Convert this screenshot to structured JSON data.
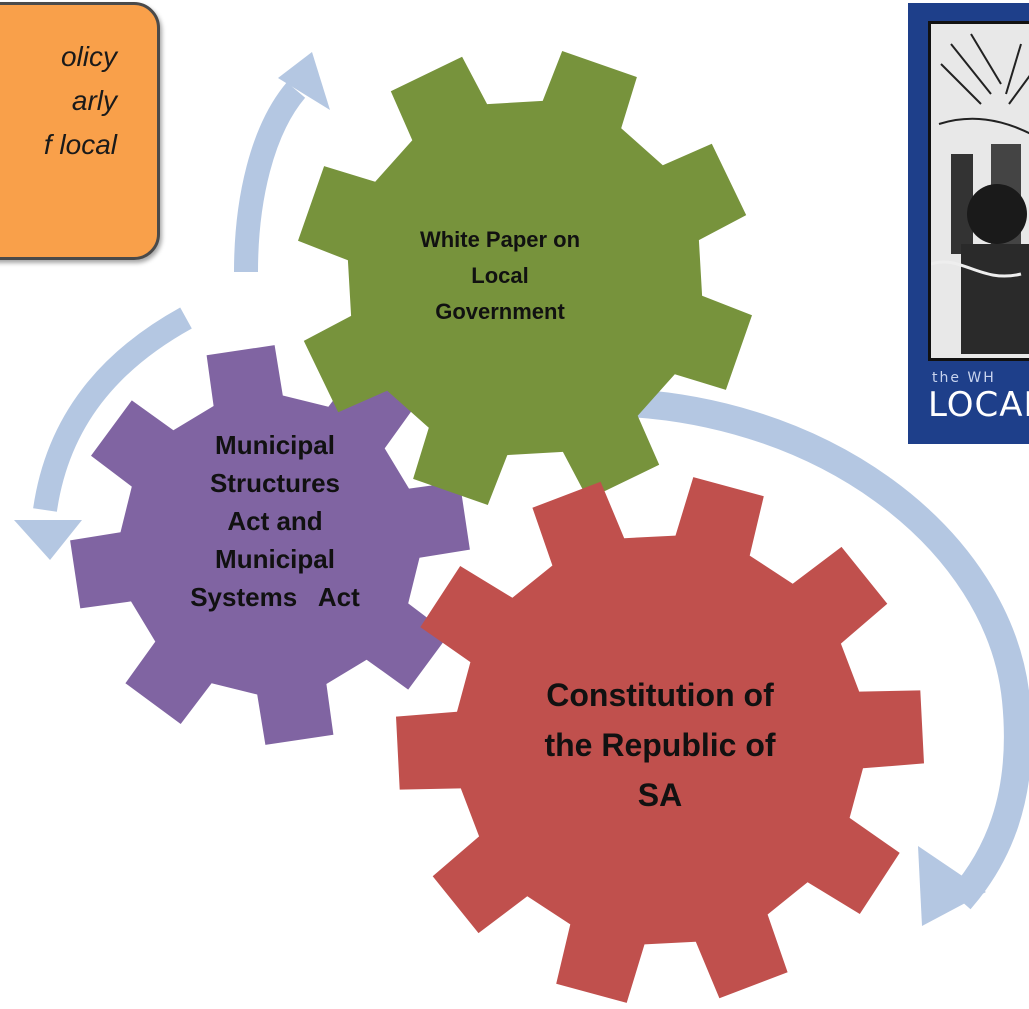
{
  "callout": {
    "lines": [
      "olicy",
      "arly",
      "f local"
    ]
  },
  "cover": {
    "subtitle": "the WH",
    "title": "LOCAL"
  },
  "gears": {
    "white_paper": {
      "lines": [
        "White Paper on",
        "Local",
        "Government"
      ],
      "color": "#77933c"
    },
    "municipal": {
      "lines": [
        "Municipal",
        "Structures",
        "Act and",
        "Municipal",
        "Systems   Act"
      ],
      "color": "#8064a2"
    },
    "constitution": {
      "lines": [
        "Constitution of",
        "the Republic of",
        "SA"
      ],
      "color": "#c0504d"
    }
  },
  "colors": {
    "arrow": "#b4c7e2",
    "callout_fill": "#f9a04a",
    "cover_blue": "#1e3f8a"
  }
}
